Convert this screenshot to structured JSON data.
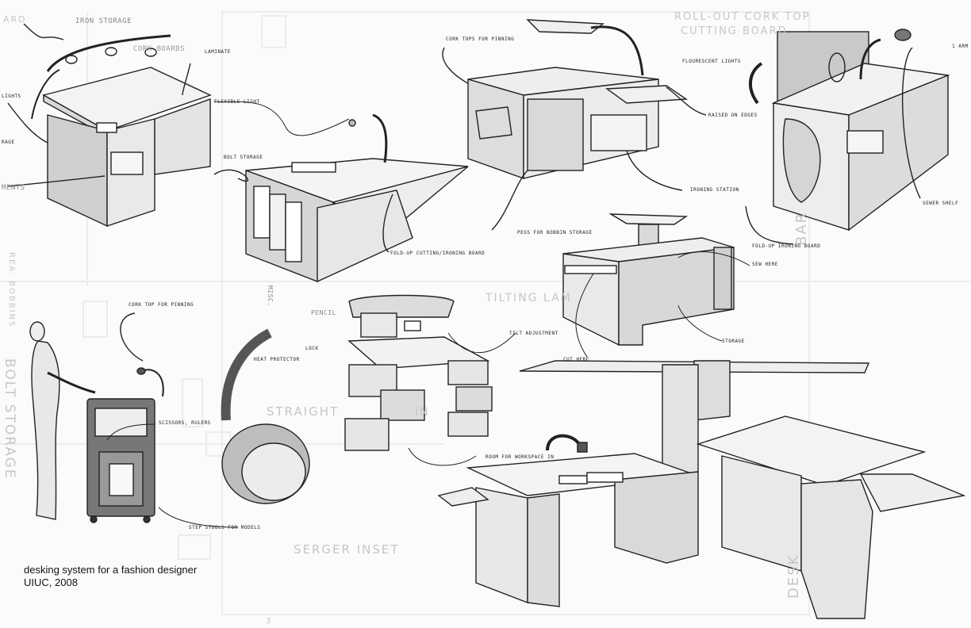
{
  "caption": {
    "line1": "desking system for a fashion designer",
    "line2": "UIUC, 2008"
  },
  "labels": {
    "iron_storage": "IRON STORAGE",
    "cork_boards": "CORK BOARDS",
    "laminate": "LAMINATE",
    "lights": "LIGHTS",
    "storage_left": "RAGE",
    "ments": "MENTS",
    "flexible_light": "FLEXIBLE LIGHT",
    "bolt_storage_small": "BOLT STORAGE",
    "fold_up_cutting": "FOLD-UP CUTTING/IRONING BOARD",
    "cork_tops_pinning_top": "CORK TOPS FOR PINNING",
    "flourescent_lights": "FLOURESCENT LIGHTS",
    "raised_edges": "RAISED ON EDGES",
    "ironing_station": "IRONING STATION",
    "pegs_bobbin": "PEGS FOR BOBBIN STORAGE",
    "roll_out_cork": "ROLL-OUT CORK TOP",
    "cutting_board": "CUTTING BOARD",
    "one_arm": "1 ARM",
    "fold_up_ironing": "FOLD-UP IRONING BOARD",
    "sewer_shelf": "SEWER SHELF",
    "sew_here": "SEW HERE",
    "cut_here": "CUT HERE",
    "storage_right": "STORAGE",
    "tilt_adjustment": "TILT ADJUSTMENT",
    "lock": "LOCK",
    "room_for_workspace": "ROOM FOR WORKSPACE IN",
    "heat_protector": "HEAT PROTECTOR",
    "cork_top_pinning_cart": "CORK TOP FOR PINNING",
    "scissors_rulers": "SCISSORS, RULERS",
    "step_stools": "STEP STOOLS FOR MODELS",
    "pencil": "PENCIL",
    "misc": "MISC."
  },
  "ghost_text": {
    "tilting_lamp": "TILTING LAM",
    "straight": "STRAIGHT",
    "serger_inset": "SERGER INSET",
    "bolt_storage_big": "BOLT STORAGE",
    "rea_bobbins": "REA. BOBBINS",
    "desk": "DESK",
    "bar": "BAR",
    "iron_ghost": "IN",
    "page_number": "3",
    "ard": "ARD"
  }
}
